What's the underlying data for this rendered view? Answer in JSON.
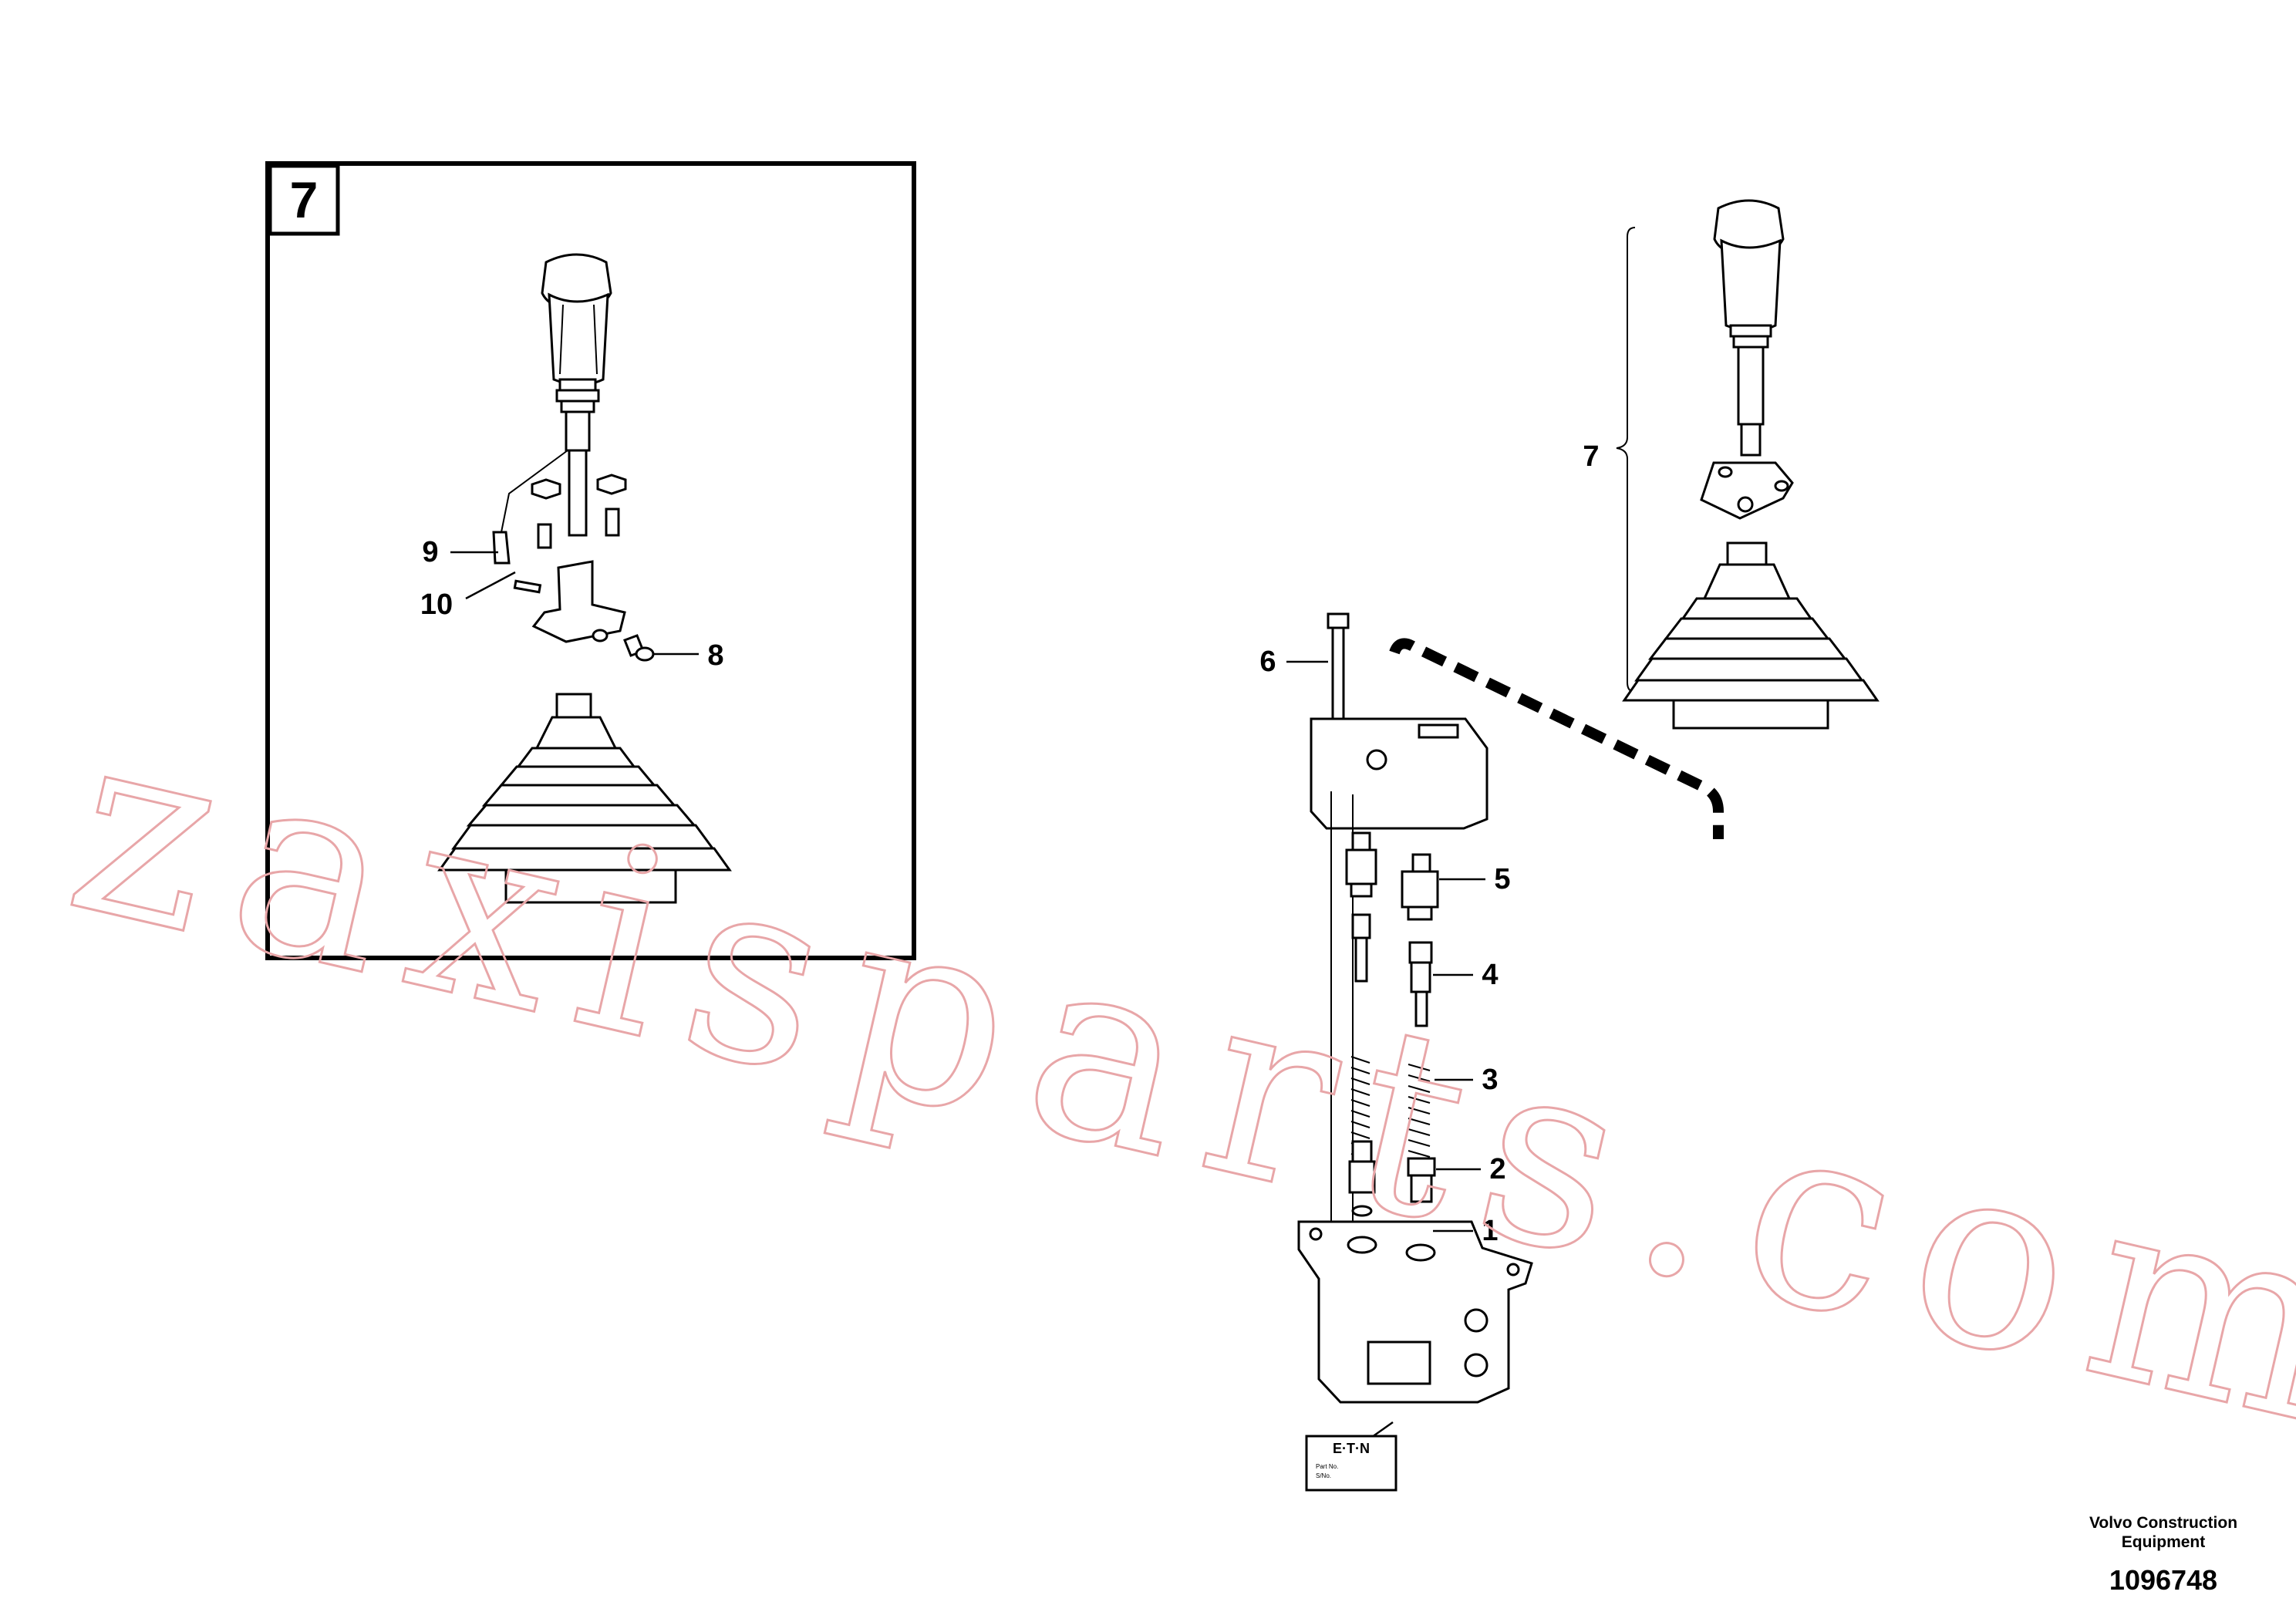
{
  "inset": {
    "number": "7"
  },
  "callouts": {
    "c1": "1",
    "c2": "2",
    "c3": "3",
    "c4": "4",
    "c5": "5",
    "c6": "6",
    "c7": "7",
    "c8": "8",
    "c9": "9",
    "c10": "10"
  },
  "nameplate": {
    "brand": "E·T·N",
    "line1": "Part No.",
    "line2": "S/No."
  },
  "footer": {
    "company": "Volvo Construction Equipment",
    "drawing_number": "1096748"
  },
  "watermark": {
    "text": "zaxisparts.com",
    "color": "#e8a6a8"
  }
}
